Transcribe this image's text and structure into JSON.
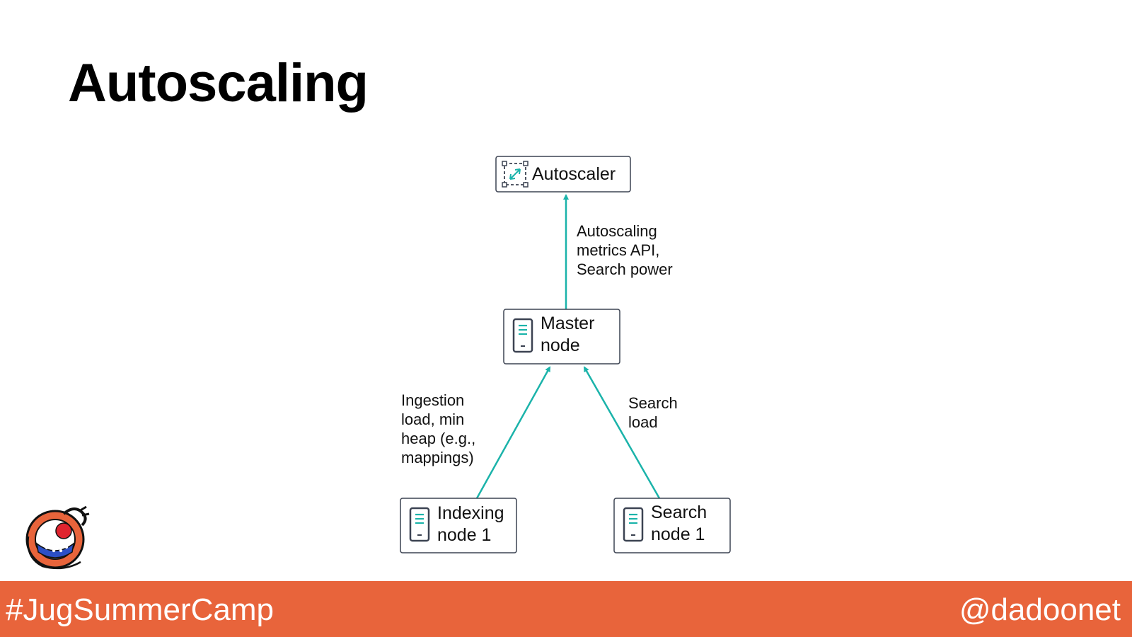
{
  "slide": {
    "title": "Autoscaling"
  },
  "diagram": {
    "nodes": {
      "autoscaler": {
        "label": "Autoscaler",
        "icon": "autoscale-icon"
      },
      "master": {
        "label_lines": [
          "Master",
          "node"
        ],
        "icon": "server-icon"
      },
      "indexing": {
        "label_lines": [
          "Indexing",
          "node 1"
        ],
        "icon": "server-icon"
      },
      "search": {
        "label_lines": [
          "Search",
          "node 1"
        ],
        "icon": "server-icon"
      }
    },
    "edges": {
      "master_to_autoscaler": {
        "label_lines": [
          "Autoscaling",
          "metrics API,",
          "Search power"
        ]
      },
      "indexing_to_master": {
        "label_lines": [
          "Ingestion",
          "load, min",
          "heap (e.g.,",
          "mappings)"
        ]
      },
      "search_to_master": {
        "label_lines": [
          "Search",
          "load"
        ]
      }
    }
  },
  "footer": {
    "hashtag": "#JugSummerCamp",
    "handle": "@dadoonet"
  },
  "colors": {
    "accent": "#1bb3aa",
    "footer": "#e8643b",
    "node_border": "#3c4352"
  }
}
